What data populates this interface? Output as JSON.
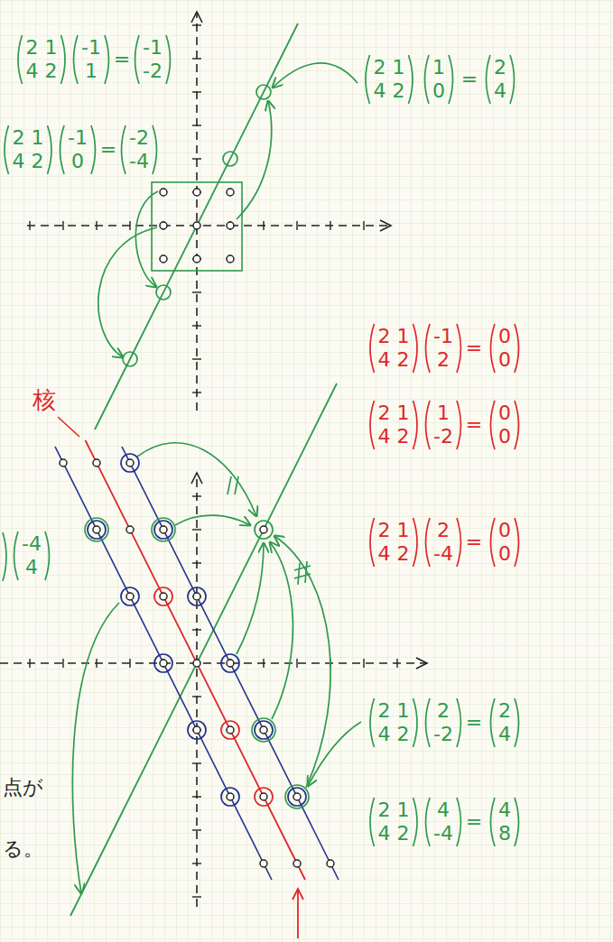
{
  "diagram": {
    "labels": [
      "2 1",
      "4 2",
      "-1",
      "1",
      "=",
      "-1",
      "-2",
      "2 1",
      "4 2",
      "-1",
      "0",
      "=",
      "-2",
      "-4",
      "2 1",
      "4 2",
      "1",
      "0",
      "=",
      "2",
      "4",
      "2 1",
      "4 2",
      "-1",
      "2",
      "=",
      "0",
      "0",
      "2 1",
      "4 2",
      "1",
      "-2",
      "=",
      "0",
      "0",
      "2 1",
      "4 2",
      "2",
      "-4",
      "=",
      "0",
      "0",
      "2 1",
      "4 2",
      "2",
      "-2",
      "=",
      "2",
      "4",
      "2 1",
      "4 2",
      "4",
      "-4",
      "=",
      "4",
      "8",
      "-4",
      "4",
      "核",
      "点が",
      "る。"
    ]
  }
}
